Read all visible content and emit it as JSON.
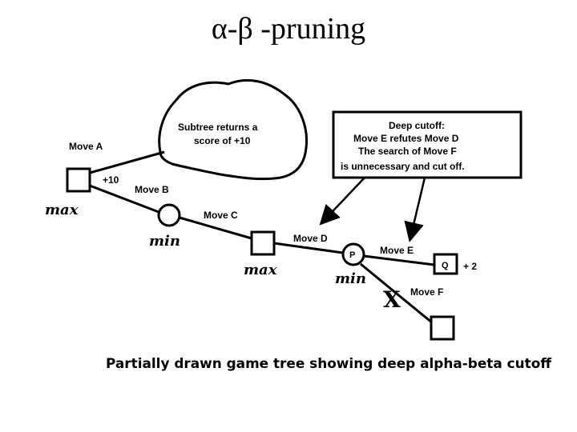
{
  "title": "α-β -pruning",
  "diagram": {
    "cloud": {
      "lines": [
        "Subtree returns a",
        "score of +10"
      ]
    },
    "note_box": {
      "lines": [
        "Deep cutoff:",
        "Move E refutes Move D",
        "The search of Move F",
        "is unnecessary and cut off."
      ]
    },
    "edges": {
      "move_a": "Move A",
      "plus_ten": "+10",
      "move_b": "Move B",
      "move_c": "Move C",
      "move_d": "Move D",
      "move_e": "Move E",
      "move_f": "Move F"
    },
    "nodes": {
      "p_label": "P",
      "q_label": "Q",
      "q_score": "+ 2"
    },
    "handwritten": {
      "max_1": "max",
      "min_1": "min",
      "max_2": "max",
      "min_2": "min",
      "cut_mark": "X"
    },
    "caption": "Partially drawn game tree showing deep alpha-beta cutoff"
  }
}
